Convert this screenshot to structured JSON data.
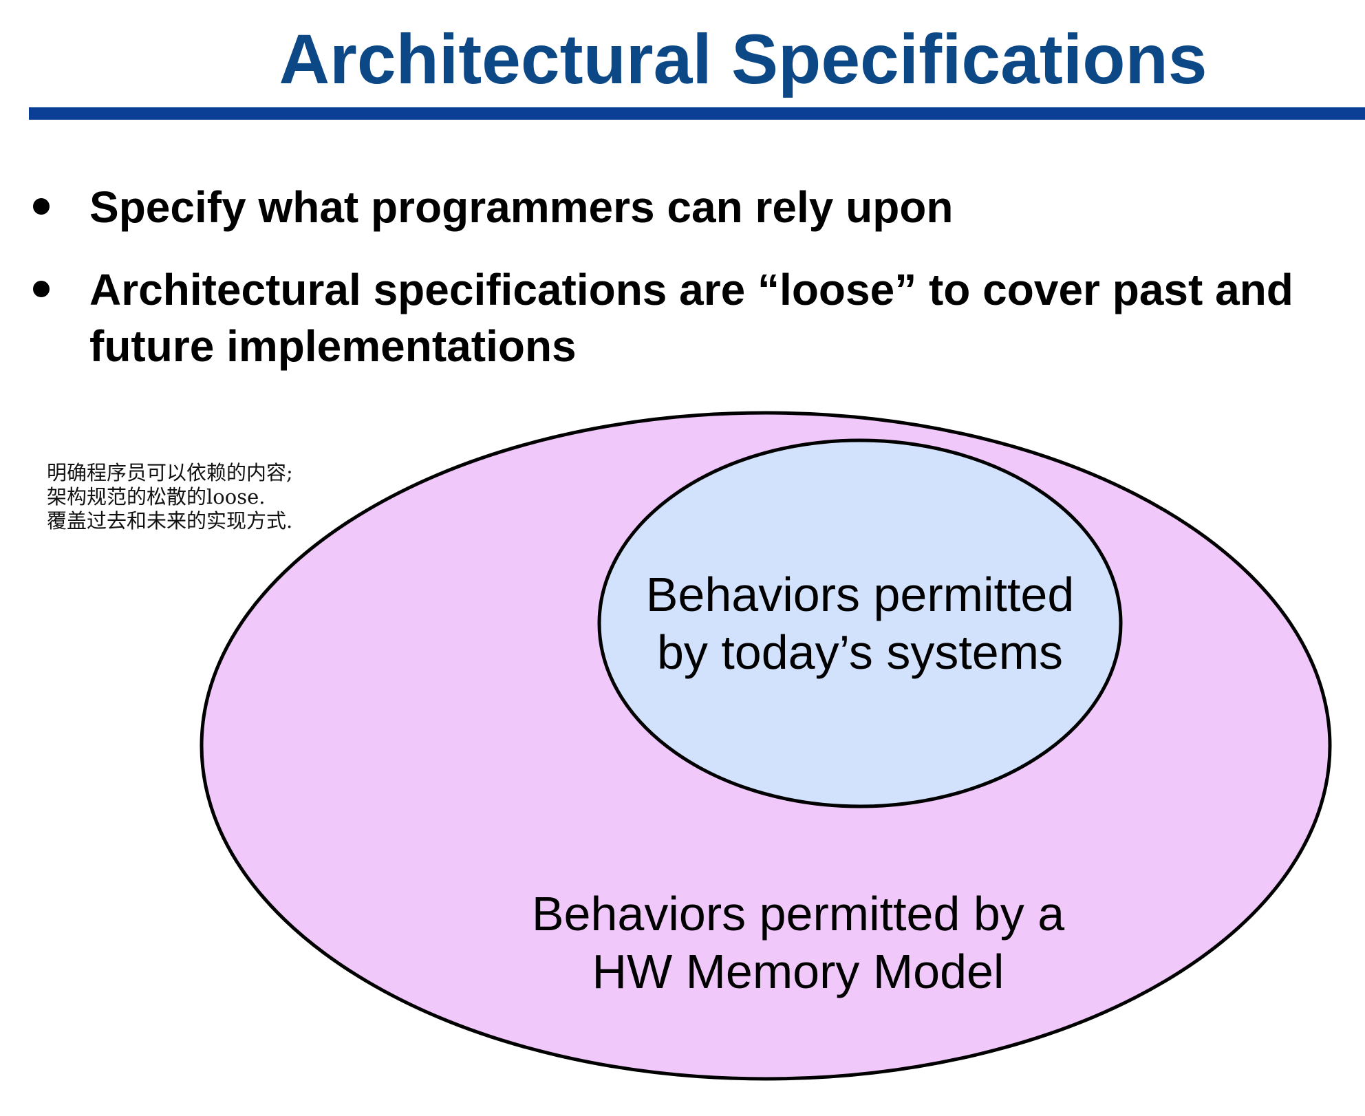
{
  "slide": {
    "title": "Architectural Specifications",
    "bullets": [
      "Specify what programmers can rely upon",
      "Architectural specifications are “loose” to cover past and future implementations"
    ],
    "note_lines": [
      "明确程序员可以依赖的内容;",
      "架构规范的松散的loose.",
      "覆盖过去和未来的实现方式."
    ]
  },
  "diagram": {
    "outer": {
      "label_lines": [
        "Behaviors permitted by a",
        "HW Memory Model"
      ],
      "fill": "#f0c8fa"
    },
    "inner": {
      "label_lines": [
        "Behaviors permitted",
        "by today’s systems"
      ],
      "fill": "#d3e2fc"
    },
    "stroke": "#000000",
    "title_color": "#0c4886",
    "rule_color": "#0b3f96"
  }
}
